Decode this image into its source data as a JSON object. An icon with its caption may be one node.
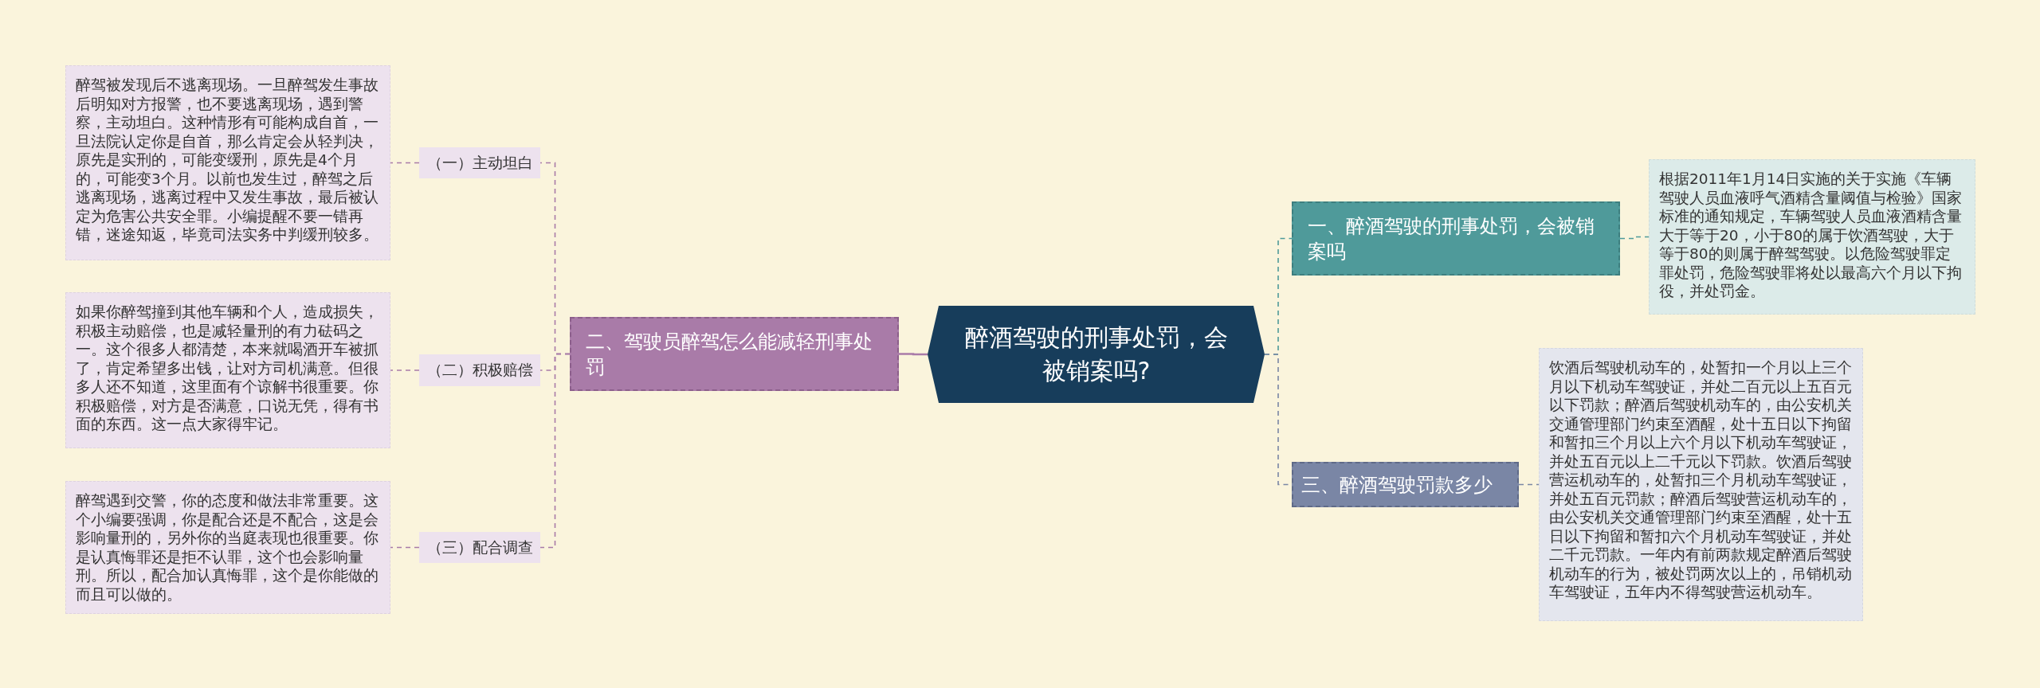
{
  "diagram": {
    "nodes": [
      {
        "text": [
          "醉酒驾驶的刑事处罚，会被销案吗?"
        ]
      },
      {
        "text": [
          "二、驾驶员醉驾怎么能减轻刑事处罚"
        ]
      },
      {
        "text": [
          "（一）主动坦白"
        ]
      },
      {
        "text": [
          "醉驾被发现后不逃离现场。一旦醉驾发生事故后明知对方报警，也不要逃离现场，遇到警察，主动坦白。这种情形有可能构成自首，一旦法院认定你是自首，那么肯定会从轻判决，原先是实刑的，可能变缓刑，原先是4个月的，可能变3个月。以前也发生过，醉驾之后逃离现场，逃离过程中又发生事故，最后被认定为危害公共安全罪。小编提醒不要一错再错，迷途知返，毕竟司法实务中判缓刑较多。"
        ]
      },
      {
        "text": [
          "（二）积极赔偿"
        ]
      },
      {
        "text": [
          "如果你醉驾撞到其他车辆和个人，造成损失，积极主动赔偿，也是减轻量刑的有力砝码之一。这个很多人都清楚，本来就喝酒开车被抓了，肯定希望多出钱，让对方司机满意。但很多人还不知道，这里面有个谅解书很重要。你积极赔偿，对方是否满意，口说无凭，得有书面的东西。这一点大家得牢记。"
        ]
      },
      {
        "text": [
          "（三）配合调查"
        ]
      },
      {
        "text": [
          "醉驾遇到交警，你的态度和做法非常重要。这个小编要强调，你是配合还是不配合，这是会影响量刑的，另外你的当庭表现也很重要。你是认真悔罪还是拒不认罪，这个也会影响量刑。所以，配合加认真悔罪，这个是你能做的而且可以做的。"
        ]
      },
      {
        "text": [
          "一、醉酒驾驶的刑事处罚，会被销案吗"
        ]
      },
      {
        "text": [
          "根据2011年1月14日实施的关于实施《车辆驾驶人员血液呼气酒精含量阈值与检验》国家标准的通知规定，车辆驾驶人员血液酒精含量大于等于20，小于80的属于饮酒驾驶，大于等于80的则属于醉驾驾驶。以危险驾驶罪定罪处罚，危险驾驶罪将处以最高六个月以下拘役，并处罚金。"
        ]
      },
      {
        "text": [
          "三、醉酒驾驶罚款多少"
        ]
      },
      {
        "text": [
          "饮酒后驾驶机动车的，处暂扣一个月以上三个月以下机动车驾驶证，并处二百元以上五百元以下罚款；醉酒后驾驶机动车的，由公安机关交通管理部门约束至酒醒，处十五日以下拘留和暂扣三个月以上六个月以下机动车驾驶证，并处五百元以上二千元以下罚款。饮酒后驾驶营运机动车的，处暂扣三个月机动车驾驶证，并处五百元罚款；醉酒后驾驶营运机动车的，由公安机关交通管理部门约束至酒醒，处十五日以下拘留和暂扣六个月机动车驾驶证，并处二千元罚款。一年内有前两款规定醉酒后驾驶机动车的行为，被处罚两次以上的，吊销机动车驾驶证，五年内不得驾驶营运机动车。"
        ]
      }
    ],
    "edges": [
      {
        "from": 0,
        "to": 1,
        "arrow": "none",
        "color": "#a97ba8"
      },
      {
        "from": 1,
        "to": 2,
        "arrow": "none",
        "style": "dashed",
        "color": "#a97ba8"
      },
      {
        "from": 2,
        "to": 3,
        "arrow": "none",
        "style": "dashed",
        "color": "#a97ba8"
      },
      {
        "from": 1,
        "to": 4,
        "arrow": "none",
        "style": "dashed",
        "color": "#a97ba8"
      },
      {
        "from": 4,
        "to": 5,
        "arrow": "none",
        "style": "dashed",
        "color": "#a97ba8"
      },
      {
        "from": 1,
        "to": 6,
        "arrow": "none",
        "style": "dashed",
        "color": "#a97ba8"
      },
      {
        "from": 6,
        "to": 7,
        "arrow": "none",
        "style": "dashed",
        "color": "#a97ba8"
      },
      {
        "from": 0,
        "to": 8,
        "arrow": "none",
        "style": "dashed",
        "color": "#4f9a9a"
      },
      {
        "from": 8,
        "to": 9,
        "arrow": "none",
        "style": "dashed",
        "color": "#4f9a9a"
      },
      {
        "from": 0,
        "to": 10,
        "arrow": "none",
        "style": "dashed",
        "color": "#7a86a5"
      },
      {
        "from": 10,
        "to": 11,
        "arrow": "none",
        "style": "dashed",
        "color": "#7a86a5"
      }
    ]
  }
}
